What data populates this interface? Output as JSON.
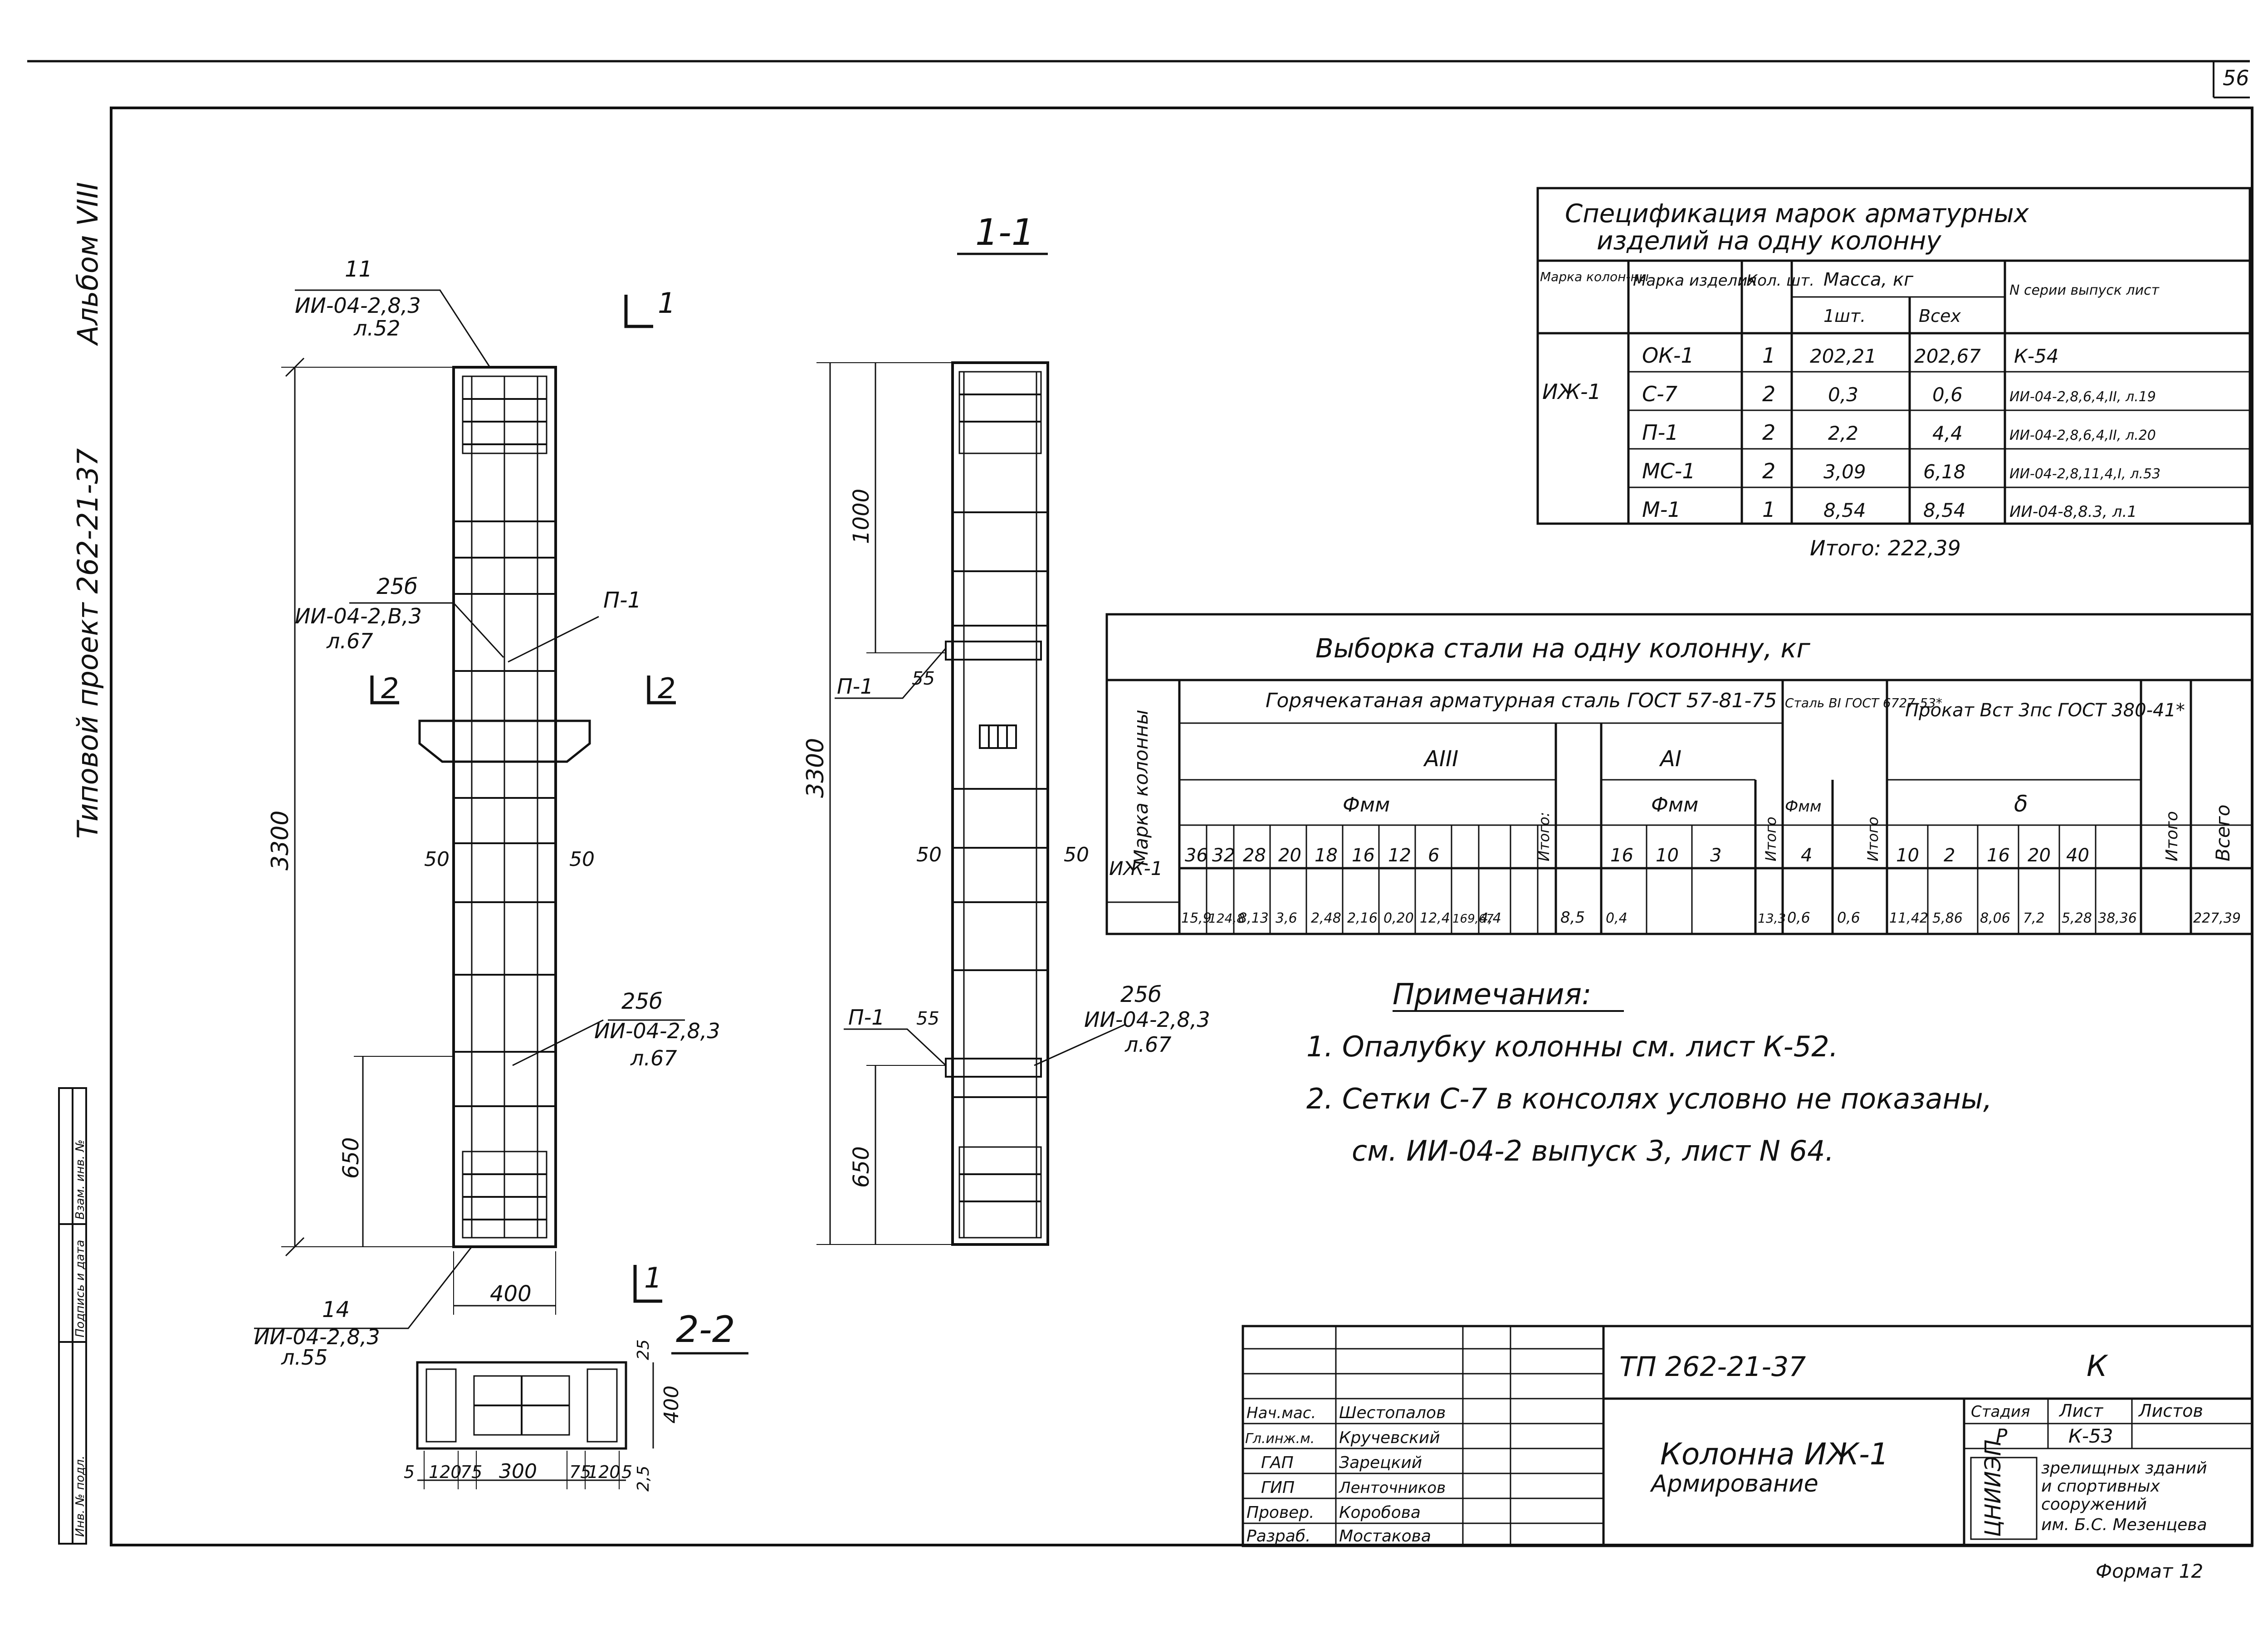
{
  "page_number": "56",
  "album_label": "Альбом VIII",
  "project_label": "Типовой проект 262-21-37",
  "side_stamp": {
    "inv_podl": "Инв. № подл.",
    "podpis_data": "Подпись и дата",
    "vzam_inv": "Взам. инв. №"
  },
  "column_elevation": {
    "mark_top_count": "11",
    "mark_top_ref": "ИИ-04-2,8,3",
    "mark_top_sheet": "л.52",
    "mark_mid_count": "25б",
    "mark_mid_ref": "ИИ-04-2,В,3",
    "mark_mid_sheet": "л.67",
    "mark_p1": "П-1",
    "mark_low_count": "25б",
    "mark_low_ref": "ИИ-04-2,8,3",
    "mark_low_sheet": "л.67",
    "mark_bot_count": "14",
    "mark_bot_ref": "ИИ-04-2,8,3",
    "mark_bot_sheet": "л.55",
    "dim_total": "3300",
    "dim_bottom": "650",
    "dim_width": "400",
    "dim_cover_left": "50",
    "dim_cover_right": "50",
    "cut1_label": "1",
    "cut2_label": "2"
  },
  "section_1_1": {
    "title": "1-1",
    "dim_total": "3300",
    "dim_top": "1000",
    "dim_bottom": "650",
    "p1_top": "П-1",
    "p1_top_dim": "55",
    "p1_bottom": "П-1",
    "p1_bottom_dim": "55",
    "cover_left": "50",
    "cover_right": "50",
    "mark_count": "25б",
    "mark_ref": "ИИ-04-2,8,3",
    "mark_sheet": "л.67"
  },
  "section_2_2": {
    "title": "2-2",
    "dims": [
      "5",
      "120",
      "75",
      "300",
      "75",
      "120",
      "5"
    ],
    "dim_25a": "25",
    "dim_400": "400",
    "dim_25b": "2,5"
  },
  "spec_table": {
    "title_line1": "Спецификация марок арматурных",
    "title_line2": "изделий на одну колонну",
    "headers": {
      "marka_kolonny": "Марка колон-ны",
      "marka_izdeliya": "Марка изделия",
      "kol": "Кол. шт.",
      "massa": "Масса, кг",
      "massa_1": "1шт.",
      "massa_all": "Всех",
      "seriya": "N серии выпуск лист"
    },
    "column_mark": "ИЖ-1",
    "rows": [
      {
        "izd": "ОК-1",
        "kol": "1",
        "m1": "202,21",
        "mall": "202,67",
        "ref": "К-54"
      },
      {
        "izd": "С-7",
        "kol": "2",
        "m1": "0,3",
        "mall": "0,6",
        "ref": "ИИ-04-2,8,6,4,II, л.19"
      },
      {
        "izd": "П-1",
        "kol": "2",
        "m1": "2,2",
        "mall": "4,4",
        "ref": "ИИ-04-2,8,6,4,II, л.20"
      },
      {
        "izd": "МС-1",
        "kol": "2",
        "m1": "3,09",
        "mall": "6,18",
        "ref": "ИИ-04-2,8,11,4,I, л.53"
      },
      {
        "izd": "М-1",
        "kol": "1",
        "m1": "8,54",
        "mall": "8,54",
        "ref": "ИИ-04-8,8.3, л.1"
      }
    ],
    "total": "Итого: 222,39"
  },
  "steel_table": {
    "title": "Выборка стали на одну колонну, кг",
    "row_header": "Марка колонны",
    "group1": "Горячекатаная арматурная сталь ГОСТ 57-81-75",
    "group1_sub_a3": "АIII",
    "group1_sub_a1": "АI",
    "group2": "Сталь ВI ГОСТ 6727-53*",
    "group3": "Прокат Вст 3пс ГОСТ 380-41*",
    "phi_label": "Фмм",
    "delta_label": "δ",
    "itogo": "Итого:",
    "itogo_b": "Итого",
    "vsego": "Всего",
    "mark": "ИЖ-1",
    "diam_a3": [
      "36",
      "32",
      "28",
      "20",
      "18",
      "16",
      "12",
      "6"
    ],
    "diam_a1": [
      "16",
      "10",
      "3"
    ],
    "diam_b1": [
      "4"
    ],
    "thick": [
      "10",
      "2",
      "16",
      "20",
      "40"
    ],
    "values": [
      "15,9",
      "124,8",
      "8,13",
      "3,6",
      "2,48",
      "2,16",
      "0,20",
      "12,4",
      "169,67",
      "4,4",
      "8,5",
      "0,4",
      "13,3",
      "0,6",
      "0,6",
      "11,42",
      "5,86",
      "8,06",
      "7,2",
      "5,28",
      "38,36",
      "227,39"
    ]
  },
  "notes": {
    "title": "Примечания:",
    "n1": "1. Опалубку колонны см. лист К-52.",
    "n2": "2. Сетки С-7 в консолях условно не показаны,",
    "n3": "см. ИИ-04-2 выпуск 3, лист N 64."
  },
  "title_block": {
    "code": "ТП 262-21-37",
    "letter": "К",
    "name_line1": "Колонна ИЖ-1",
    "name_line2": "Армирование",
    "stadia_label": "Стадия",
    "list_label": "Лист",
    "listov_label": "Листов",
    "stadia": "Р",
    "list": "К-53",
    "org_logo": "ЦНИИЭП",
    "org_line1": "зрелищных зданий",
    "org_line2": "и спортивных",
    "org_line3": "сооружений",
    "org_line4": "им. Б.С. Мезенцева",
    "staff": [
      {
        "role": "Нач.мас.",
        "name": "Шестопалов"
      },
      {
        "role": "Гл.инж.м.",
        "name": "Кручевский"
      },
      {
        "role": "ГАП",
        "name": "Зарецкий"
      },
      {
        "role": "ГИП",
        "name": "Ленточников"
      },
      {
        "role": "Провер.",
        "name": "Коробова"
      },
      {
        "role": "Разраб.",
        "name": "Мостакова"
      }
    ],
    "format": "Формат 12"
  }
}
